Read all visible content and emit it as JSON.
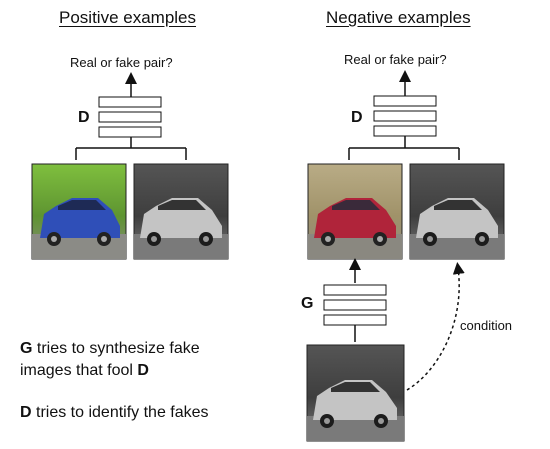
{
  "positive": {
    "heading": "Positive examples",
    "question": "Real or fake pair?",
    "discriminator_label": "D"
  },
  "negative": {
    "heading": "Negative examples",
    "question": "Real or fake pair?",
    "discriminator_label": "D",
    "generator_label": "G",
    "condition_label": "condition"
  },
  "notes": {
    "g_prefix": "G",
    "g_text": " tries to synthesize fake",
    "g_line2": "images that fool ",
    "g_suffix": "D",
    "d_prefix": "D",
    "d_text": " tries to identify the fakes"
  },
  "images": {
    "positive_real_color": "green-background-blue-car",
    "positive_real_gray": "grayscale-car",
    "negative_fake_color": "beige-background-red-car",
    "negative_real_gray": "grayscale-car",
    "negative_input_gray": "grayscale-car-input"
  },
  "colors": {
    "blue_car": "#2f4fb8",
    "red_car": "#b0243a",
    "green_bg": "#6aa33a",
    "beige_bg": "#a89a72"
  }
}
